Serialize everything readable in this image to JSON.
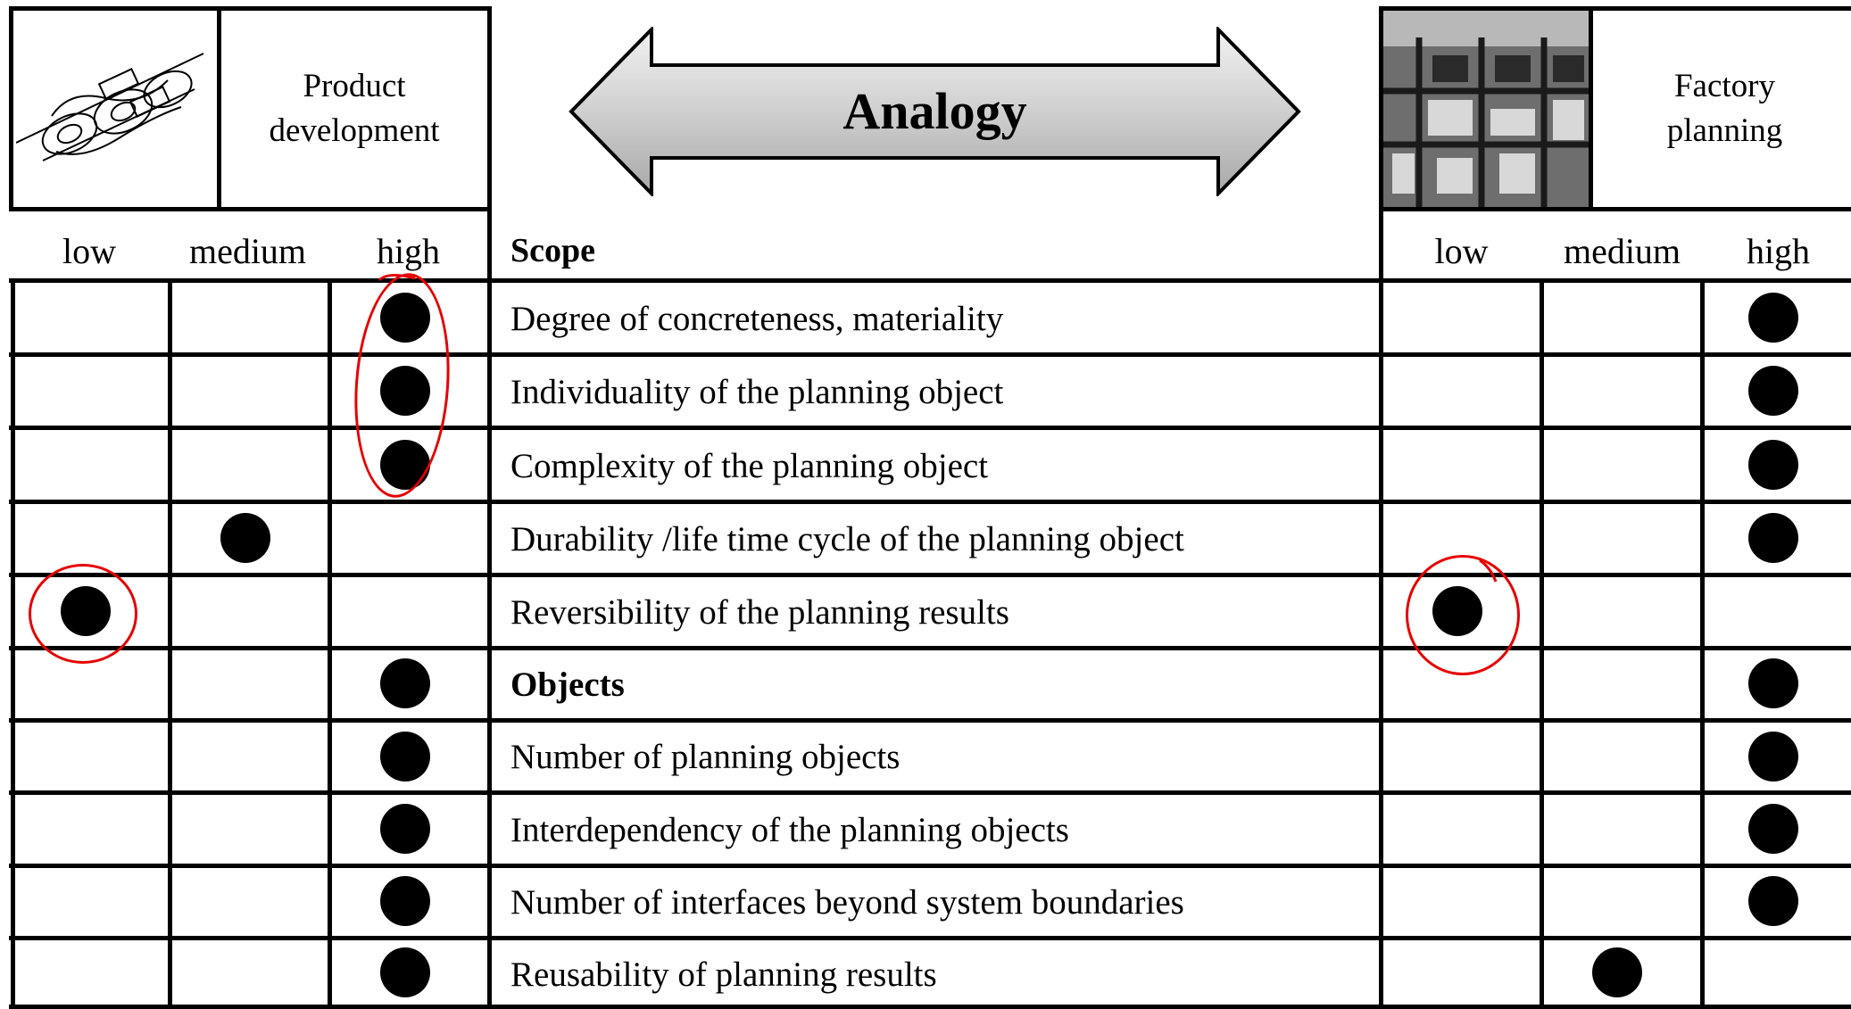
{
  "left_header": {
    "title": "Product\ndevelopment",
    "icon": "chain-link-sketch-icon"
  },
  "center_header": {
    "label": "Analogy",
    "icon": "double-arrow-icon",
    "arrow_fill": "#cfcfcf"
  },
  "right_header": {
    "title": "Factory\nplanning",
    "icon": "factory-hall-photo-icon"
  },
  "columns": {
    "left": [
      "low",
      "medium",
      "high"
    ],
    "right": [
      "low",
      "medium",
      "high"
    ]
  },
  "scope_heading": "Scope",
  "rows": [
    {
      "label": "Degree of concreteness, materiality",
      "bold": false,
      "left": "high",
      "right": "high"
    },
    {
      "label": "Individuality of the planning object",
      "bold": false,
      "left": "high",
      "right": "high"
    },
    {
      "label": "Complexity of the planning object",
      "bold": false,
      "left": "high",
      "right": "high"
    },
    {
      "label": "Durability /life time cycle of the planning object",
      "bold": false,
      "left": "medium",
      "right": "high"
    },
    {
      "label": "Reversibility of the planning results",
      "bold": false,
      "left": "low",
      "right": "low"
    },
    {
      "label": "Objects",
      "bold": true,
      "left": "high",
      "right": "high"
    },
    {
      "label": "Number of planning objects",
      "bold": false,
      "left": "high",
      "right": "high"
    },
    {
      "label": "Interdependency of the planning objects",
      "bold": false,
      "left": "high",
      "right": "high"
    },
    {
      "label": "Number of interfaces beyond system boundaries",
      "bold": false,
      "left": "high",
      "right": "high"
    },
    {
      "label": "Reusability of planning results",
      "bold": false,
      "left": "high",
      "right": "medium"
    }
  ],
  "annotation_color": "#e60000"
}
